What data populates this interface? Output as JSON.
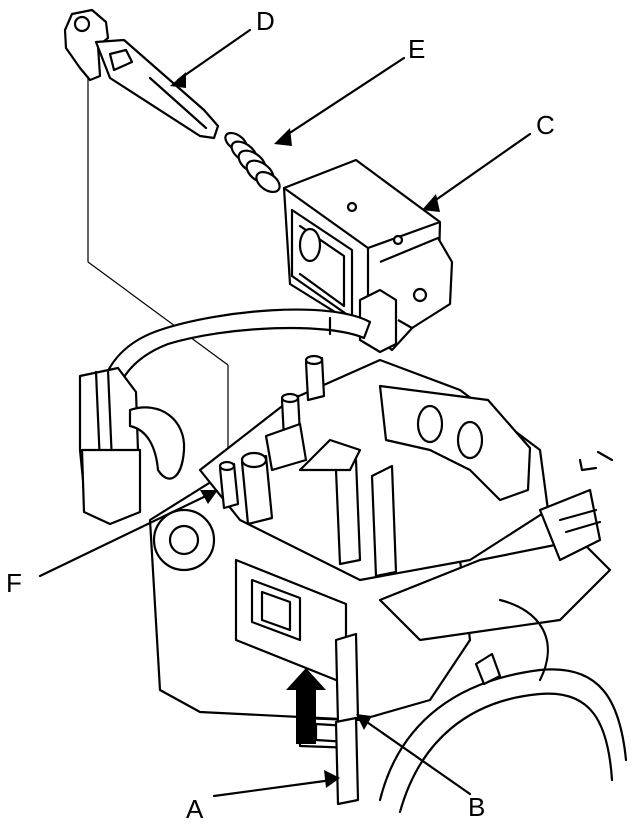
{
  "callouts": {
    "a": "A",
    "b": "B",
    "c": "C",
    "d": "D",
    "e": "E",
    "f": "F"
  },
  "colors": {
    "line": "#000000",
    "background": "#ffffff"
  }
}
